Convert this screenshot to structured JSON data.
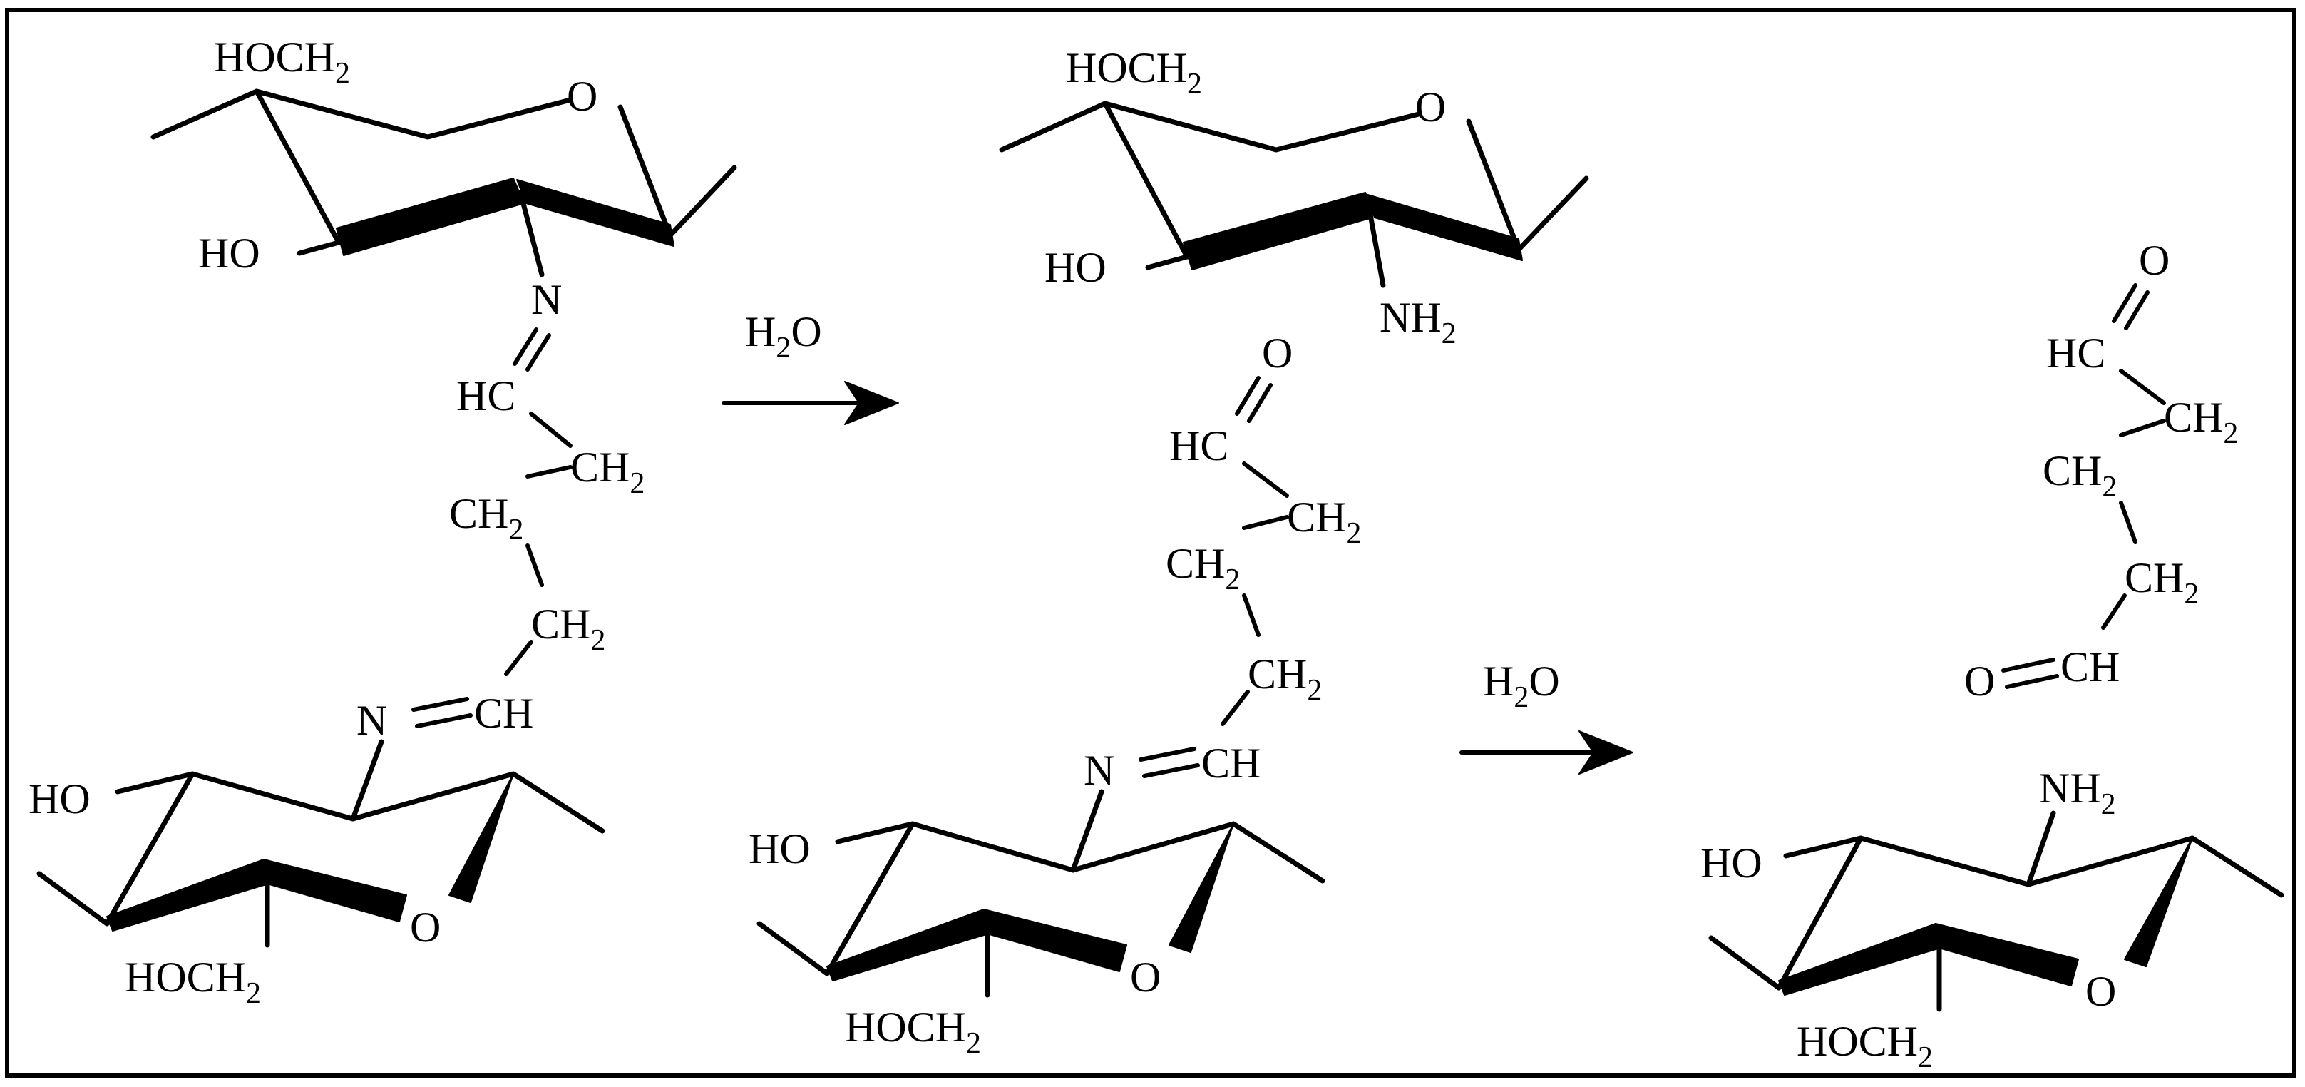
{
  "labels": {
    "hoch2": "HOCH",
    "ho": "HO",
    "o": "O",
    "n": "N",
    "nh": "NH",
    "hc": "HC",
    "ch": "CH",
    "ch_eq": "=CH",
    "n_eq": "N=",
    "o_eq": "O=",
    "sub2": "2",
    "h": "H"
  },
  "reagents": {
    "first": "H2O",
    "second": "H2O"
  }
}
